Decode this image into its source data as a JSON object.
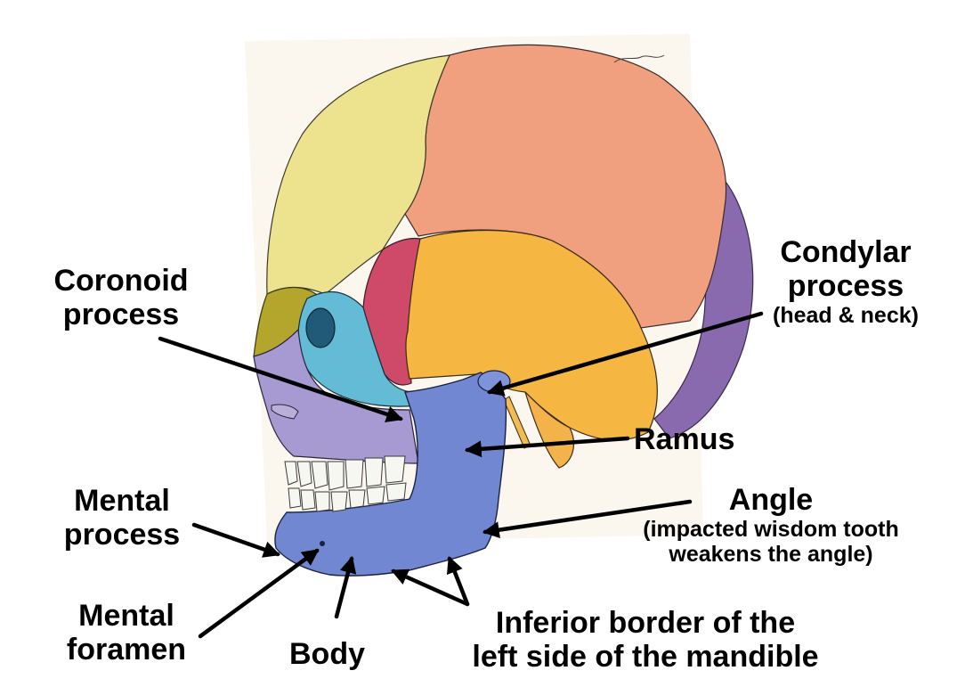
{
  "labels": {
    "coronoid_1": "Coronoid",
    "coronoid_2": "process",
    "condylar_1": "Condylar",
    "condylar_2": "process",
    "condylar_3": "(head & neck)",
    "ramus": "Ramus",
    "angle_1": "Angle",
    "angle_2": "(impacted wisdom tooth",
    "angle_3": "weakens the angle)",
    "mental_process_1": "Mental",
    "mental_process_2": "process",
    "mental_foramen_1": "Mental",
    "mental_foramen_2": "foramen",
    "body": "Body",
    "inferior_1": "Inferior border of the",
    "inferior_2": "left side of the mandible"
  },
  "bone_colors": {
    "frontal": "#ede38f",
    "parietal": "#f0a07e",
    "occipital": "#8a6aae",
    "temporal": "#f6b642",
    "sphenoid": "#cf4a69",
    "zygomatic": "#63bbd6",
    "maxilla": "#a79ad2",
    "nasal": "#b4a52c",
    "mandible": "#7187d1",
    "teeth": "#f7f7f2"
  },
  "arrow_color": "#000000"
}
